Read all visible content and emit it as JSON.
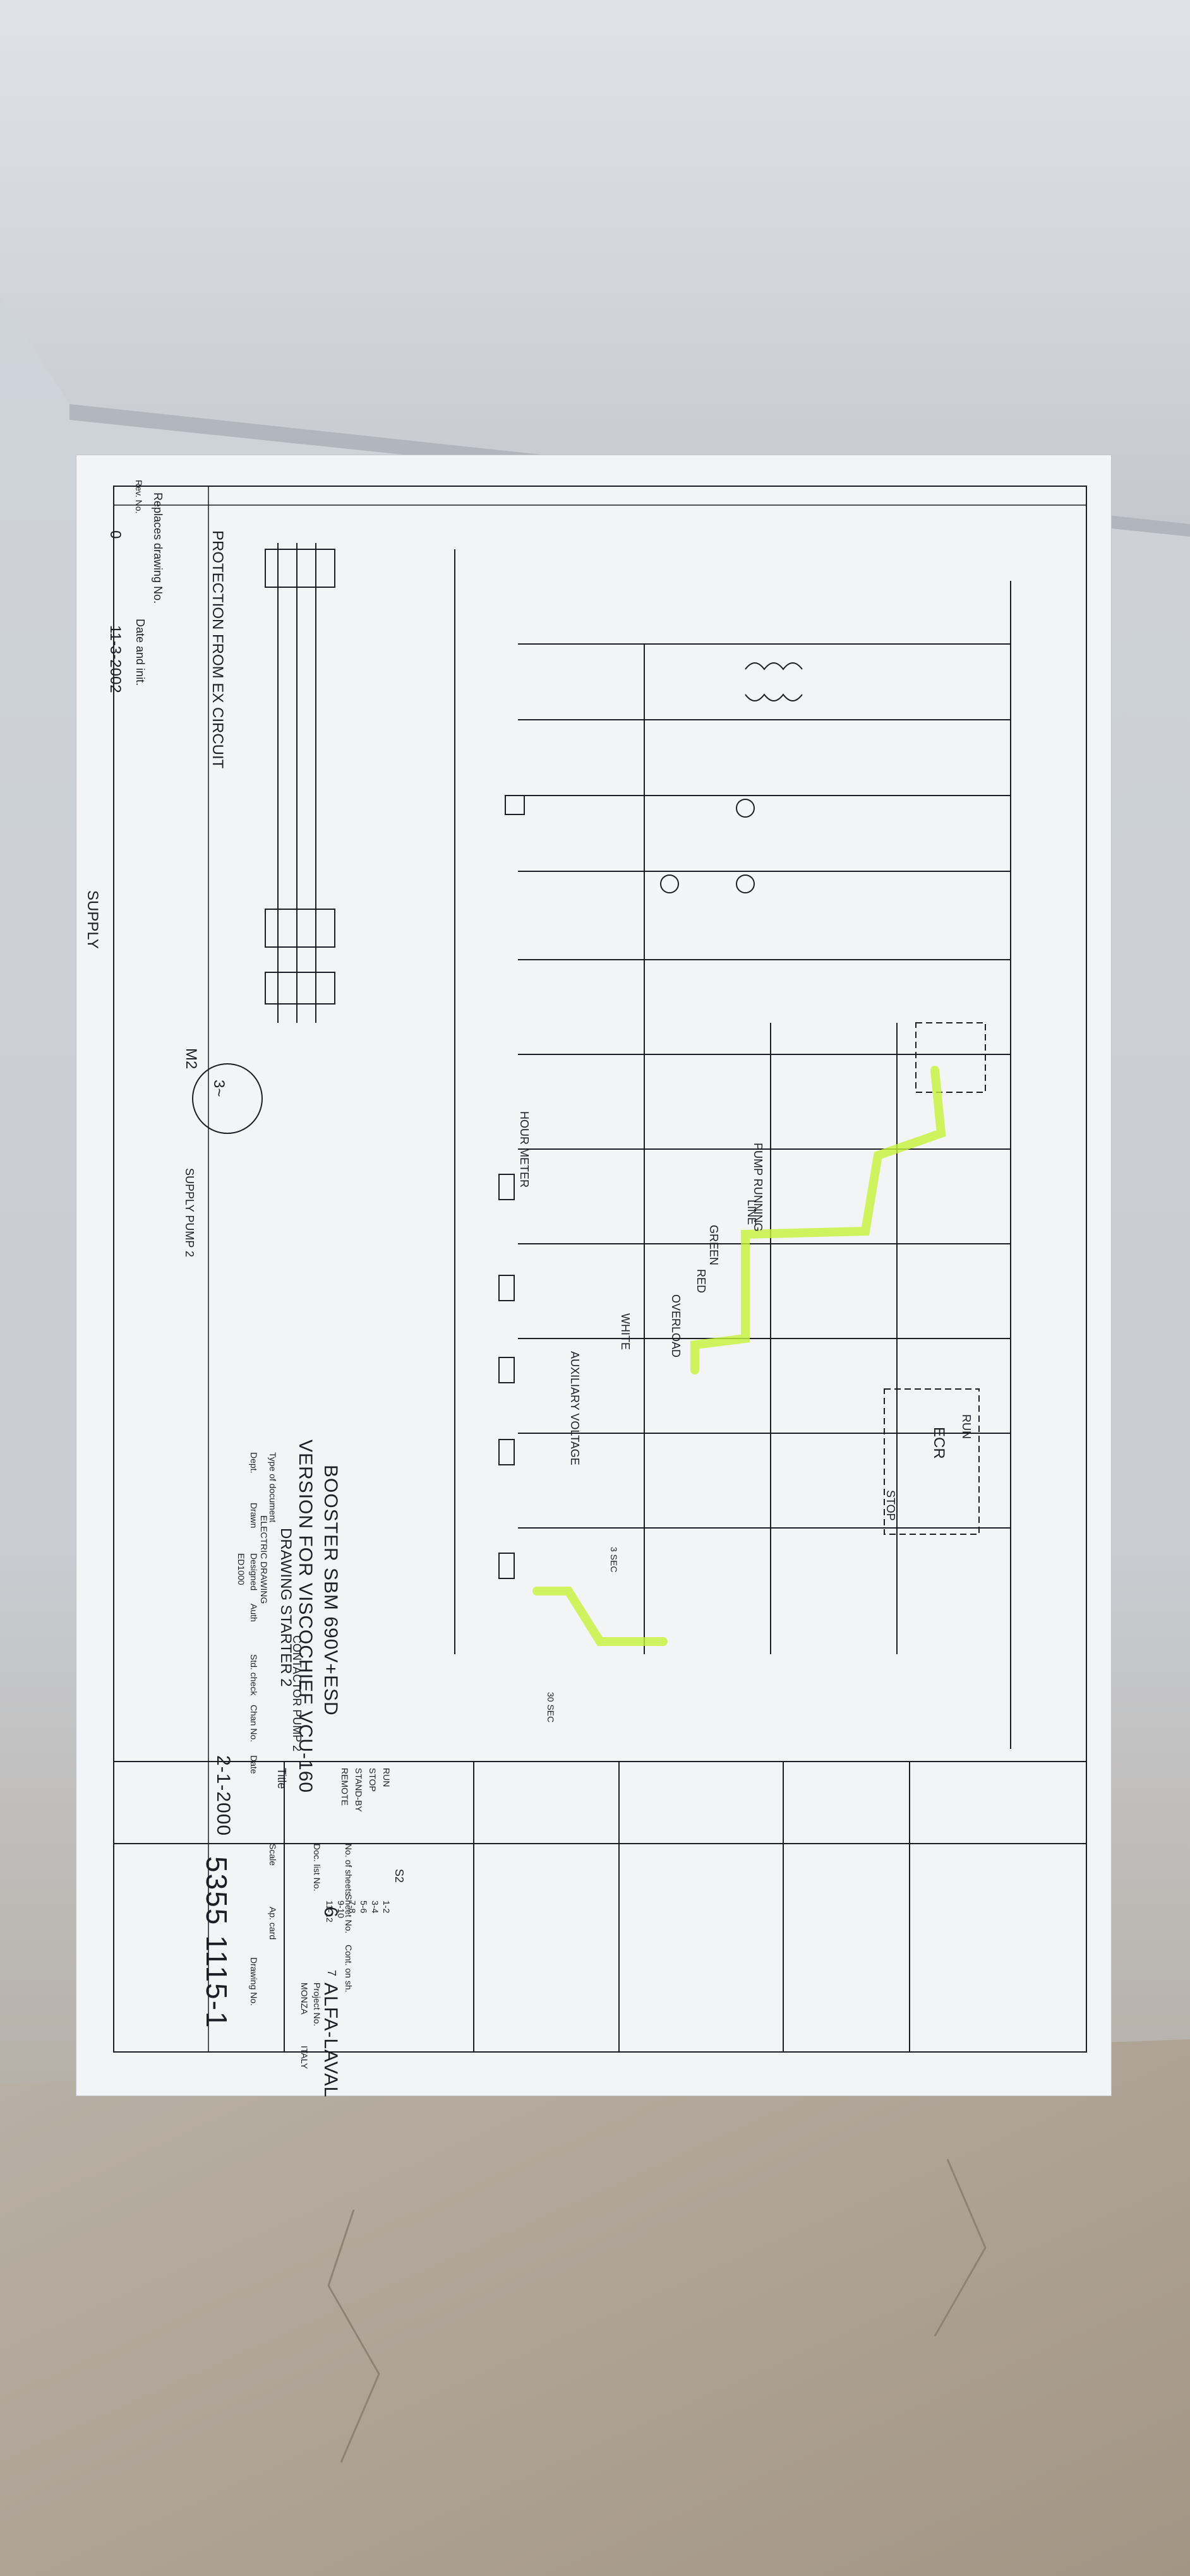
{
  "drawing": {
    "header_left": "PROTECTION FROM EX CIRCUIT",
    "replaces_label": "Replaces drawing No.",
    "rev_label": "Rev. No.",
    "date_init_label": "Date and init.",
    "rev_no": "0",
    "rev_date": "11-3-2002",
    "supply_label": "SUPPLY",
    "supply_pump2": "SUPPLY PUMP 2",
    "contactor_label": "CONTACTOR PUMP 2",
    "hour_meter": "HOUR METER",
    "pump_running": "PUMP RUNNING",
    "overload": "OVERLOAD",
    "aux_voltage": "AUXILIARY VOLTAGE",
    "line": "LINE",
    "ecr": "ECR",
    "run": "RUN",
    "stop": "STOP",
    "green": "GREEN",
    "red": "RED",
    "white": "WHITE",
    "motor": "M2",
    "motor_phase": "3~",
    "sec30": "30 SEC",
    "sec3": "3 SEC"
  },
  "title_block": {
    "title_label": "Title",
    "line1": "BOOSTER SBM 690V+ESD",
    "line2": "VERSION FOR VISCOCHIEF VCU-160",
    "line3": "DRAWING STARTER 2",
    "doc_type_label": "Type of document",
    "doc_type": "ELECTRIC DRAWING",
    "dept_label": "Dept.",
    "drawn_label": "Drawn",
    "designed_label": "Designed",
    "designed": "ED1000",
    "auth_label": "Auth",
    "std_check": "Std. check",
    "chan_no": "Chan No.",
    "date_label": "Date",
    "date": "2-1-2000",
    "no_sheets_label": "No. of sheets",
    "sheet_no_label": "Sheet No.",
    "sheet_no": "6",
    "cont_label": "Cont. on sh.",
    "cont": "7",
    "doc_list_label": "Doc. list No.",
    "scale_label": "Scale",
    "app_card": "Ap. card",
    "drawing_no_label": "Drawing No.",
    "drawing_no": "5355 1115-1",
    "company": "ALFA-LAVAL",
    "city": "MONZA",
    "country": "ITALY",
    "project_label": "Project No."
  },
  "s2_table": {
    "header": "S2",
    "rows": [
      "RUN",
      "STOP",
      "STAND-BY",
      "REMOTE"
    ],
    "cols": [
      "1-2",
      "3-4",
      "5-6",
      "7-8",
      "9-10",
      "11-12"
    ]
  },
  "colors": {
    "ink": "#1b1e24",
    "paper": "#f3f4f6",
    "highlight": "#c6f23a"
  }
}
